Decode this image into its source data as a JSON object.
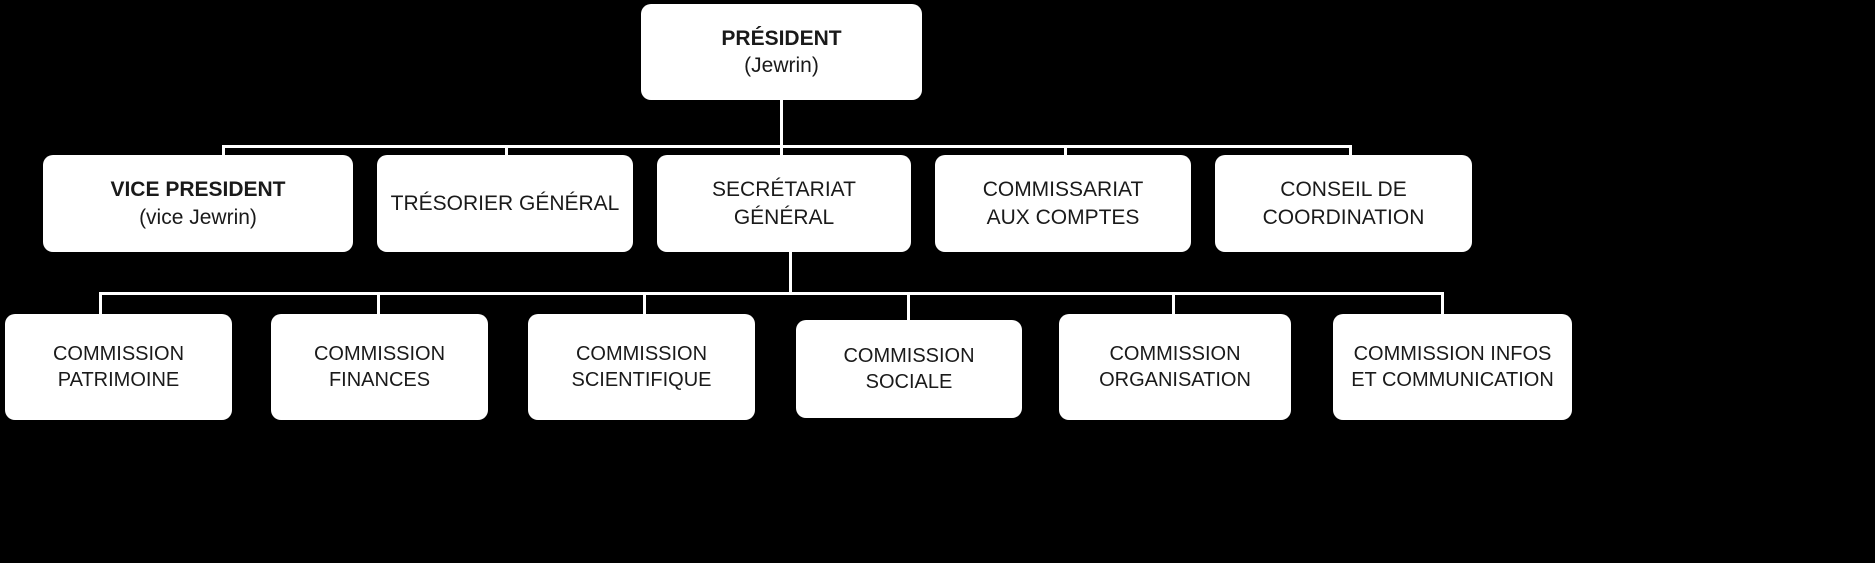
{
  "canvas": {
    "background_color": "#000000",
    "node_fill_color": "#ffffff",
    "node_text_color": "#1a1a1a",
    "connector_color": "#ffffff"
  },
  "org_chart": {
    "root": {
      "title": "PRÉSIDENT",
      "subtitle": "(Jewrin)"
    },
    "level2": [
      {
        "title": "VICE PRESIDENT",
        "subtitle": "(vice Jewrin)",
        "bold": true
      },
      {
        "title": "TRÉSORIER GÉNÉRAL",
        "subtitle": "",
        "bold": false
      },
      {
        "title": "SECRÉTARIAT",
        "subtitle": "GÉNÉRAL",
        "bold": false
      },
      {
        "title": "COMMISSARIAT",
        "subtitle": "AUX COMPTES",
        "bold": false
      },
      {
        "title": "CONSEIL DE",
        "subtitle": "COORDINATION",
        "bold": false
      }
    ],
    "level3": [
      {
        "title": "COMMISSION",
        "subtitle": "PATRIMOINE"
      },
      {
        "title": "COMMISSION",
        "subtitle": "FINANCES"
      },
      {
        "title": "COMMISSION",
        "subtitle": "SCIENTIFIQUE"
      },
      {
        "title": "COMMISSION",
        "subtitle": "SOCIALE"
      },
      {
        "title": "COMMISSION",
        "subtitle": "ORGANISATION"
      },
      {
        "title": "COMMISSION INFOS",
        "subtitle": "ET COMMUNICATION"
      }
    ]
  }
}
